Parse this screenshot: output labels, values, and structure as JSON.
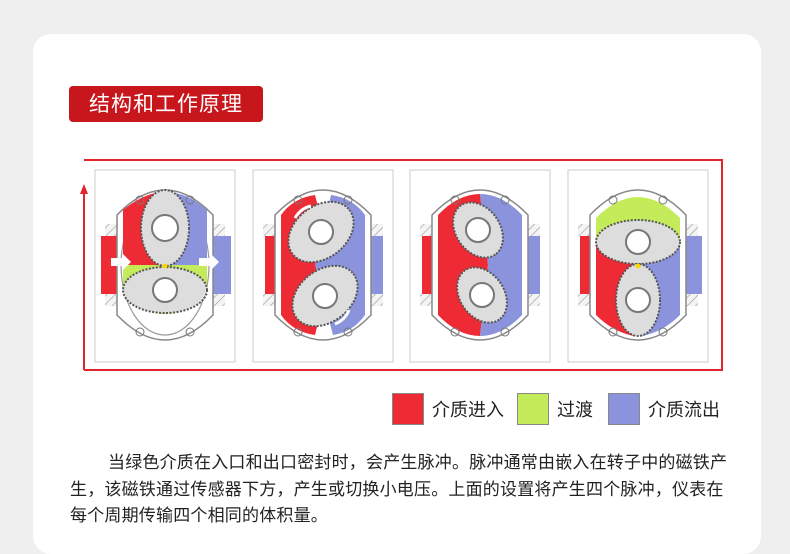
{
  "section": {
    "title": "结构和工作原理"
  },
  "legend": [
    {
      "label": "介质进入",
      "color": "#ee2b35"
    },
    {
      "label": "过渡",
      "color": "#c4ec5a"
    },
    {
      "label": "介质流出",
      "color": "#8a93dc"
    }
  ],
  "description": "当绿色介质在入口和出口密封时，会产生脉冲。脉冲通常由嵌入在转子中的磁铁产生，该磁铁通过传感器下方，产生或切换小电压。上面的设置将产生四个脉冲，仪表在每个周期传输四个相同的体积量。",
  "colors": {
    "accent": "#c8161d",
    "frame_line": "#e3242b",
    "inlet": "#ee2b35",
    "transition": "#c4ec5a",
    "outlet": "#8a93dc"
  }
}
